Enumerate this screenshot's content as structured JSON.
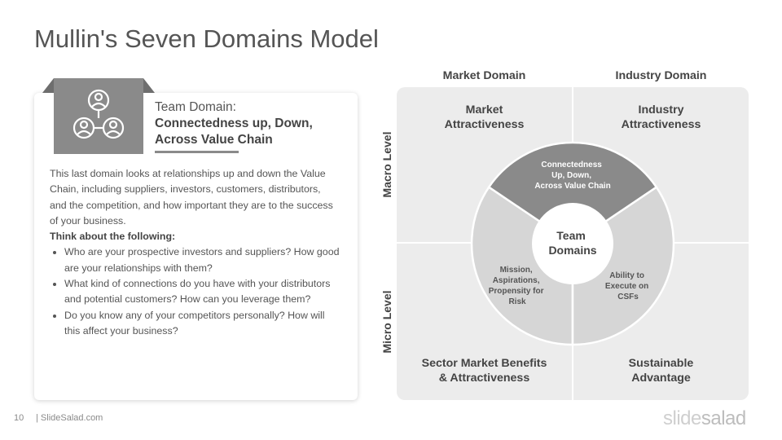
{
  "title": "Mullin's Seven Domains Model",
  "card": {
    "subtitle": "Team Domain:",
    "heading": "Connectedness up, Down, Across Value Chain",
    "intro": "This last domain looks at relationships up and down the Value Chain, including suppliers, investors, customers, distributors, and the competition, and how important they are to the success of your business.",
    "think": "Think about the following:",
    "bullets": [
      "Who are your prospective investors and suppliers? How good are your relationships with them?",
      "What kind of connections do you have with your distributors and potential customers? How can you leverage them?",
      "Do you know any of your competitors personally? How will this affect your business?"
    ],
    "icon": "team-network-icon"
  },
  "diagram": {
    "columns": [
      "Market Domain",
      "Industry Domain"
    ],
    "rows": [
      "Macro Level",
      "Micro Level"
    ],
    "quadrants": {
      "top_left": [
        "Market",
        "Attractiveness"
      ],
      "top_right": [
        "Industry",
        "Attractiveness"
      ],
      "bottom_left": [
        "Sector Market Benefits",
        "& Attractiveness"
      ],
      "bottom_right": [
        "Sustainable",
        "Advantage"
      ]
    },
    "center": [
      "Team",
      "Domains"
    ],
    "segments": {
      "top": [
        "Connectedness",
        "Up, Down,",
        "Across Value Chain"
      ],
      "left": [
        "Mission,",
        "Aspirations,",
        "Propensity for",
        "Risk"
      ],
      "right": [
        "Ability to",
        "Execute on",
        "CSFs"
      ]
    },
    "colors": {
      "top_segment": "#8a8a8a",
      "side_segments": "#d6d6d6",
      "grid": "#ececec"
    }
  },
  "footer": {
    "page": "10",
    "site": "| SlideSalad.com",
    "brand_a": "slide",
    "brand_b": "salad"
  }
}
